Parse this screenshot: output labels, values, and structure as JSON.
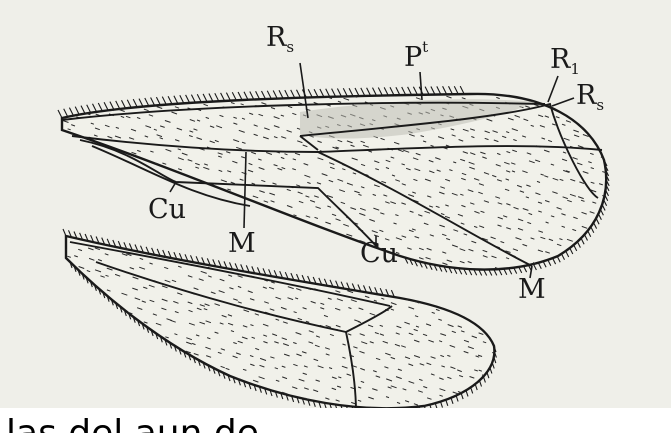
{
  "figure": {
    "labels": {
      "rs_top": {
        "main": "R",
        "sub": "s"
      },
      "pt": {
        "main": "P",
        "sup": "t"
      },
      "r1": {
        "main": "R",
        "sub": "1"
      },
      "rs_right": {
        "main": "R",
        "sub": "s"
      },
      "cu_left": "Cu",
      "m_mid": "M",
      "cu_mid": "Cu",
      "m_right": "M"
    }
  },
  "caption": {
    "text": "las del aun de"
  },
  "colors": {
    "paper": "#efefe9",
    "ink": "#1a1a1a"
  }
}
